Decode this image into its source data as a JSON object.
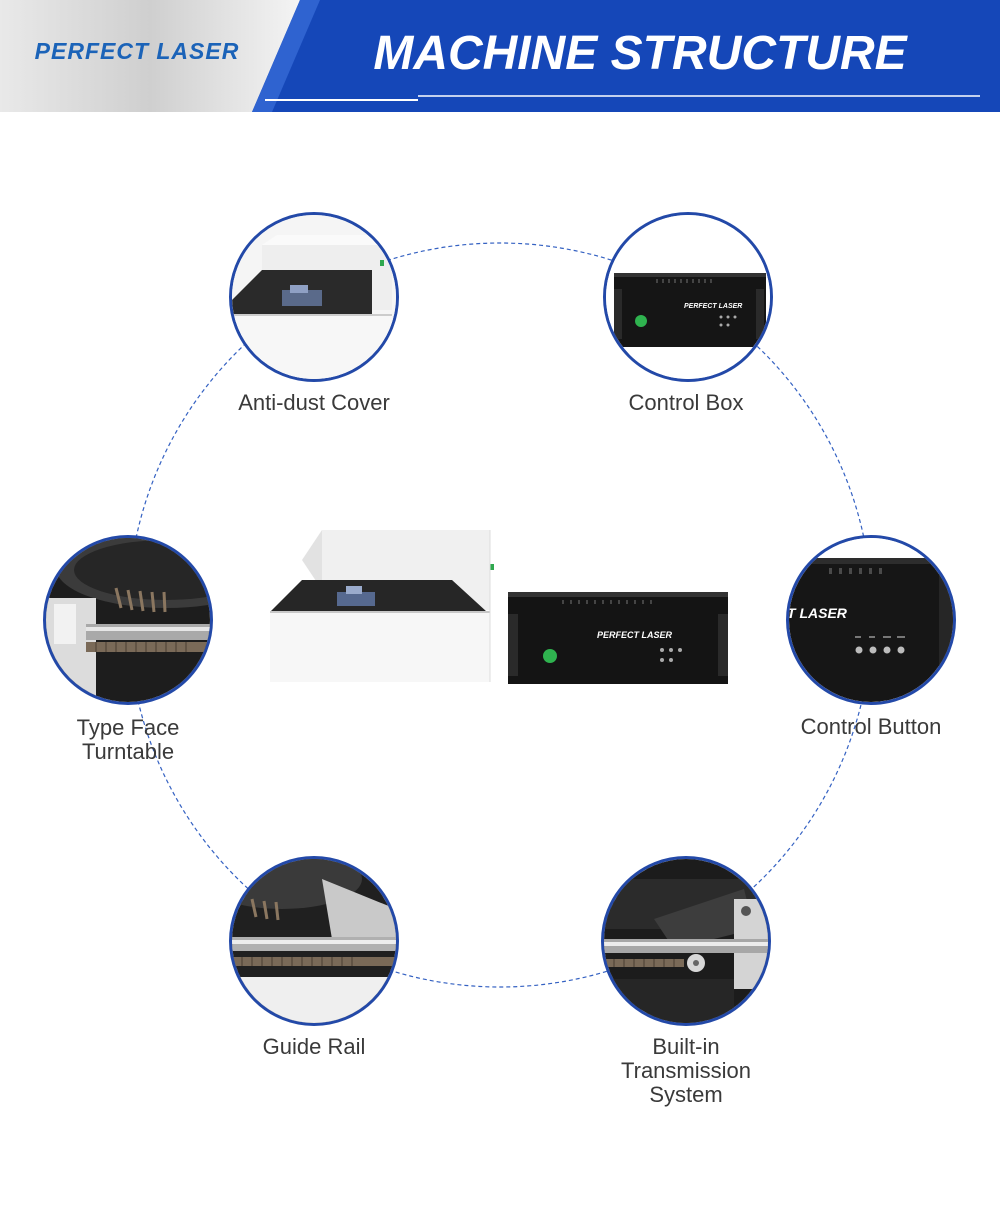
{
  "header": {
    "brand": "PERFECT LASER",
    "title": "MACHINE STRUCTURE"
  },
  "colors": {
    "header_blue": "#1547b8",
    "ring_blue": "#2349a8",
    "brand_blue": "#1b63b8",
    "label_gray": "#3a3a3a"
  },
  "parts": {
    "anti_dust_cover": {
      "label": "Anti-dust Cover"
    },
    "control_box": {
      "label": "Control Box"
    },
    "type_face_turntable": {
      "line1": "Type Face",
      "line2": "Turntable"
    },
    "control_button": {
      "label": "Control Button"
    },
    "guide_rail": {
      "label": "Guide Rail"
    },
    "transmission": {
      "line1": "Built-in",
      "line2": "Transmission",
      "line3": "System"
    }
  },
  "device": {
    "brand_plate": "PERFECT LASER"
  }
}
